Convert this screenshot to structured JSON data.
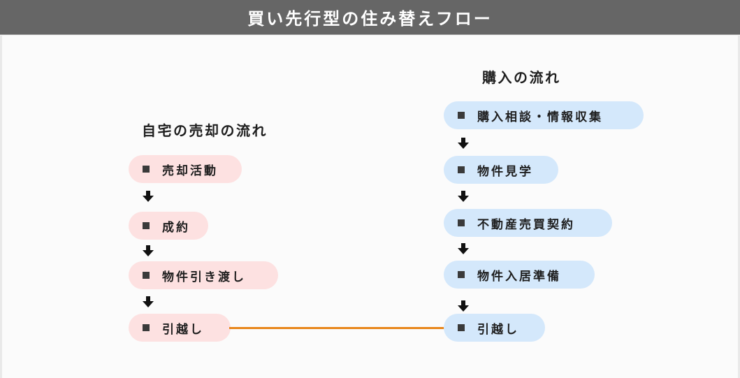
{
  "header": {
    "title": "買い先行型の住み替えフロー",
    "background": "#666666"
  },
  "sale_flow": {
    "title": "自宅の売却の流れ",
    "color": "#fde1e1",
    "steps": [
      {
        "label": "売却活動"
      },
      {
        "label": "成約"
      },
      {
        "label": "物件引き渡し"
      },
      {
        "label": "引越し"
      }
    ]
  },
  "purchase_flow": {
    "title": "購入の流れ",
    "color": "#d4e8fb",
    "steps": [
      {
        "label": "購入相談・情報収集"
      },
      {
        "label": "物件見学"
      },
      {
        "label": "不動産売買契約"
      },
      {
        "label": "物件入居準備"
      },
      {
        "label": "引越し"
      }
    ]
  },
  "connector": {
    "from": "sale_flow.steps.3",
    "to": "purchase_flow.steps.4",
    "color": "#e8861a"
  },
  "icons": {
    "bullet": "square-bullet-icon",
    "arrow": "arrow-down-icon"
  }
}
